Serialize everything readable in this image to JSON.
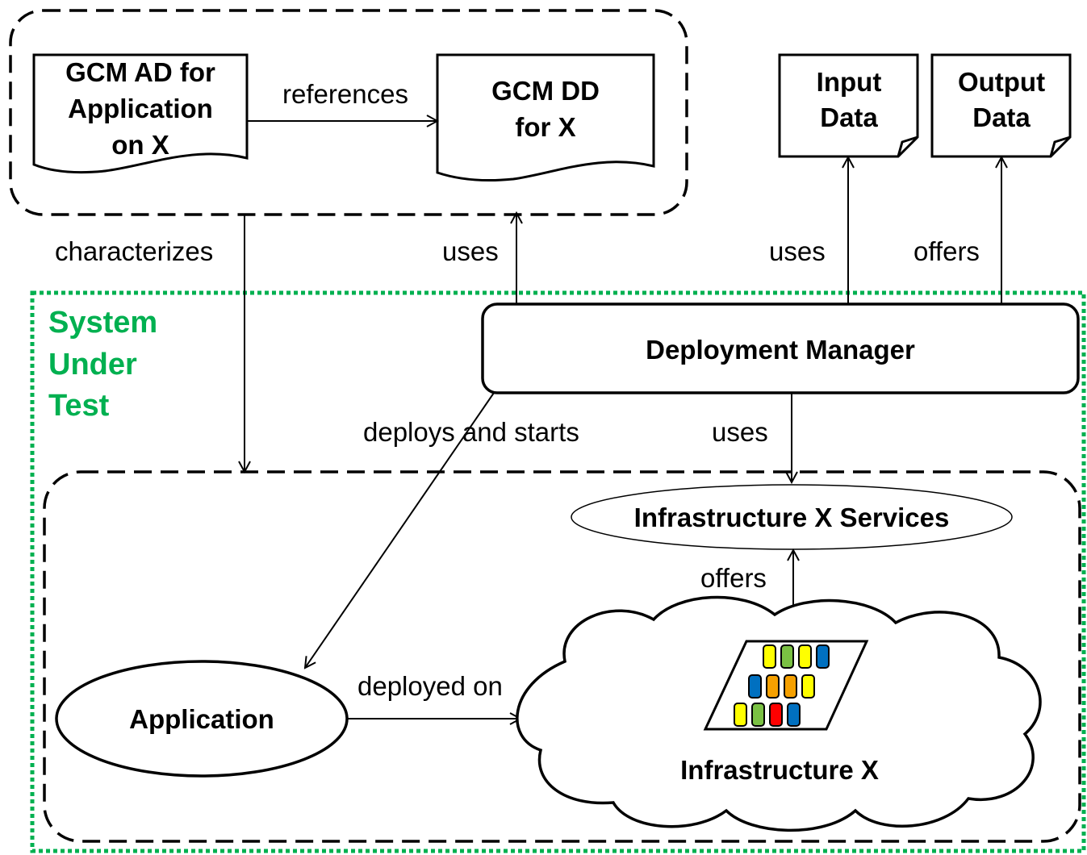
{
  "doc_ad": {
    "line1": "GCM AD for",
    "line2": "Application",
    "line3": "on X"
  },
  "doc_dd": {
    "line1": "GCM DD",
    "line2": "for X"
  },
  "input_data": {
    "line1": "Input",
    "line2": "Data"
  },
  "output_data": {
    "line1": "Output",
    "line2": "Data"
  },
  "deployment_manager": "Deployment Manager",
  "infra_services": "Infrastructure X Services",
  "application": "Application",
  "infrastructure": "Infrastructure X",
  "sut": {
    "line1": "System",
    "line2": "Under",
    "line3": "Test"
  },
  "edges": {
    "references": "references",
    "characterizes": "characterizes",
    "uses_dd": "uses",
    "uses_input": "uses",
    "offers_output": "offers",
    "deploys_and_starts": "deploys and starts",
    "uses_services": "uses",
    "offers_services": "offers",
    "deployed_on": "deployed on"
  },
  "colors": {
    "sut_border": "#00b050",
    "sut_text": "#00b050"
  },
  "rack_colors": [
    [
      "#ffff00",
      "#7ac143",
      "#ffff00",
      "#0070c0"
    ],
    [
      "#0070c0",
      "#f5a000",
      "#f5a000",
      "#ffff00"
    ],
    [
      "#ffff00",
      "#7ac143",
      "#ff0000",
      "#0070c0"
    ]
  ]
}
